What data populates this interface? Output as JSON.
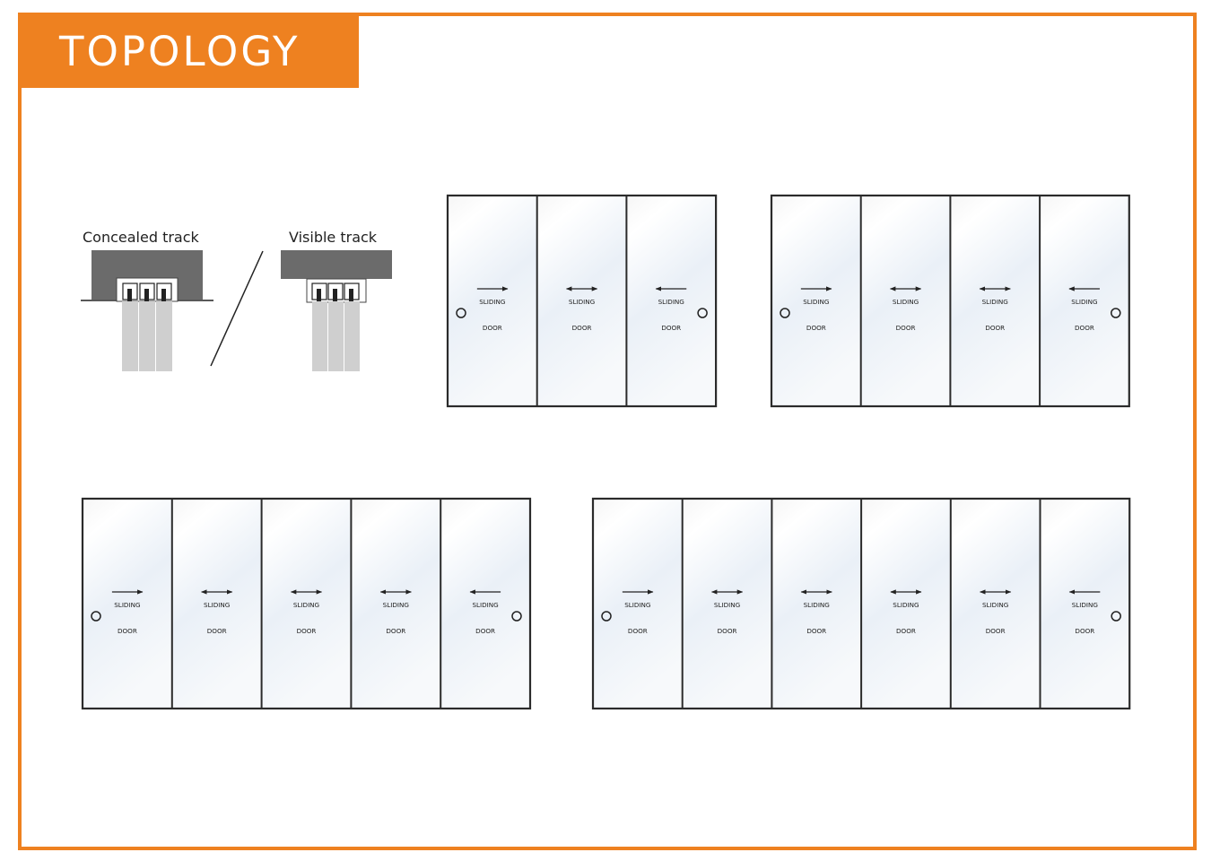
{
  "title": "TOPOLOGY",
  "track_options": {
    "concealed": "Concealed track",
    "visible": "Visible track"
  },
  "door_text": {
    "top": "SLIDING",
    "bottom": "DOOR"
  },
  "configurations": [
    {
      "panels": 3,
      "arrows": [
        "right",
        "both",
        "left"
      ]
    },
    {
      "panels": 4,
      "arrows": [
        "right",
        "both",
        "both",
        "left"
      ]
    },
    {
      "panels": 5,
      "arrows": [
        "right",
        "both",
        "both",
        "both",
        "left"
      ]
    },
    {
      "panels": 6,
      "arrows": [
        "right",
        "both",
        "both",
        "both",
        "both",
        "left"
      ]
    }
  ],
  "colors": {
    "accent": "#ee8120",
    "frame_line": "#2b2b2b",
    "track_gray": "#6b6b6b",
    "panel_gray": "#cfcfcf"
  }
}
